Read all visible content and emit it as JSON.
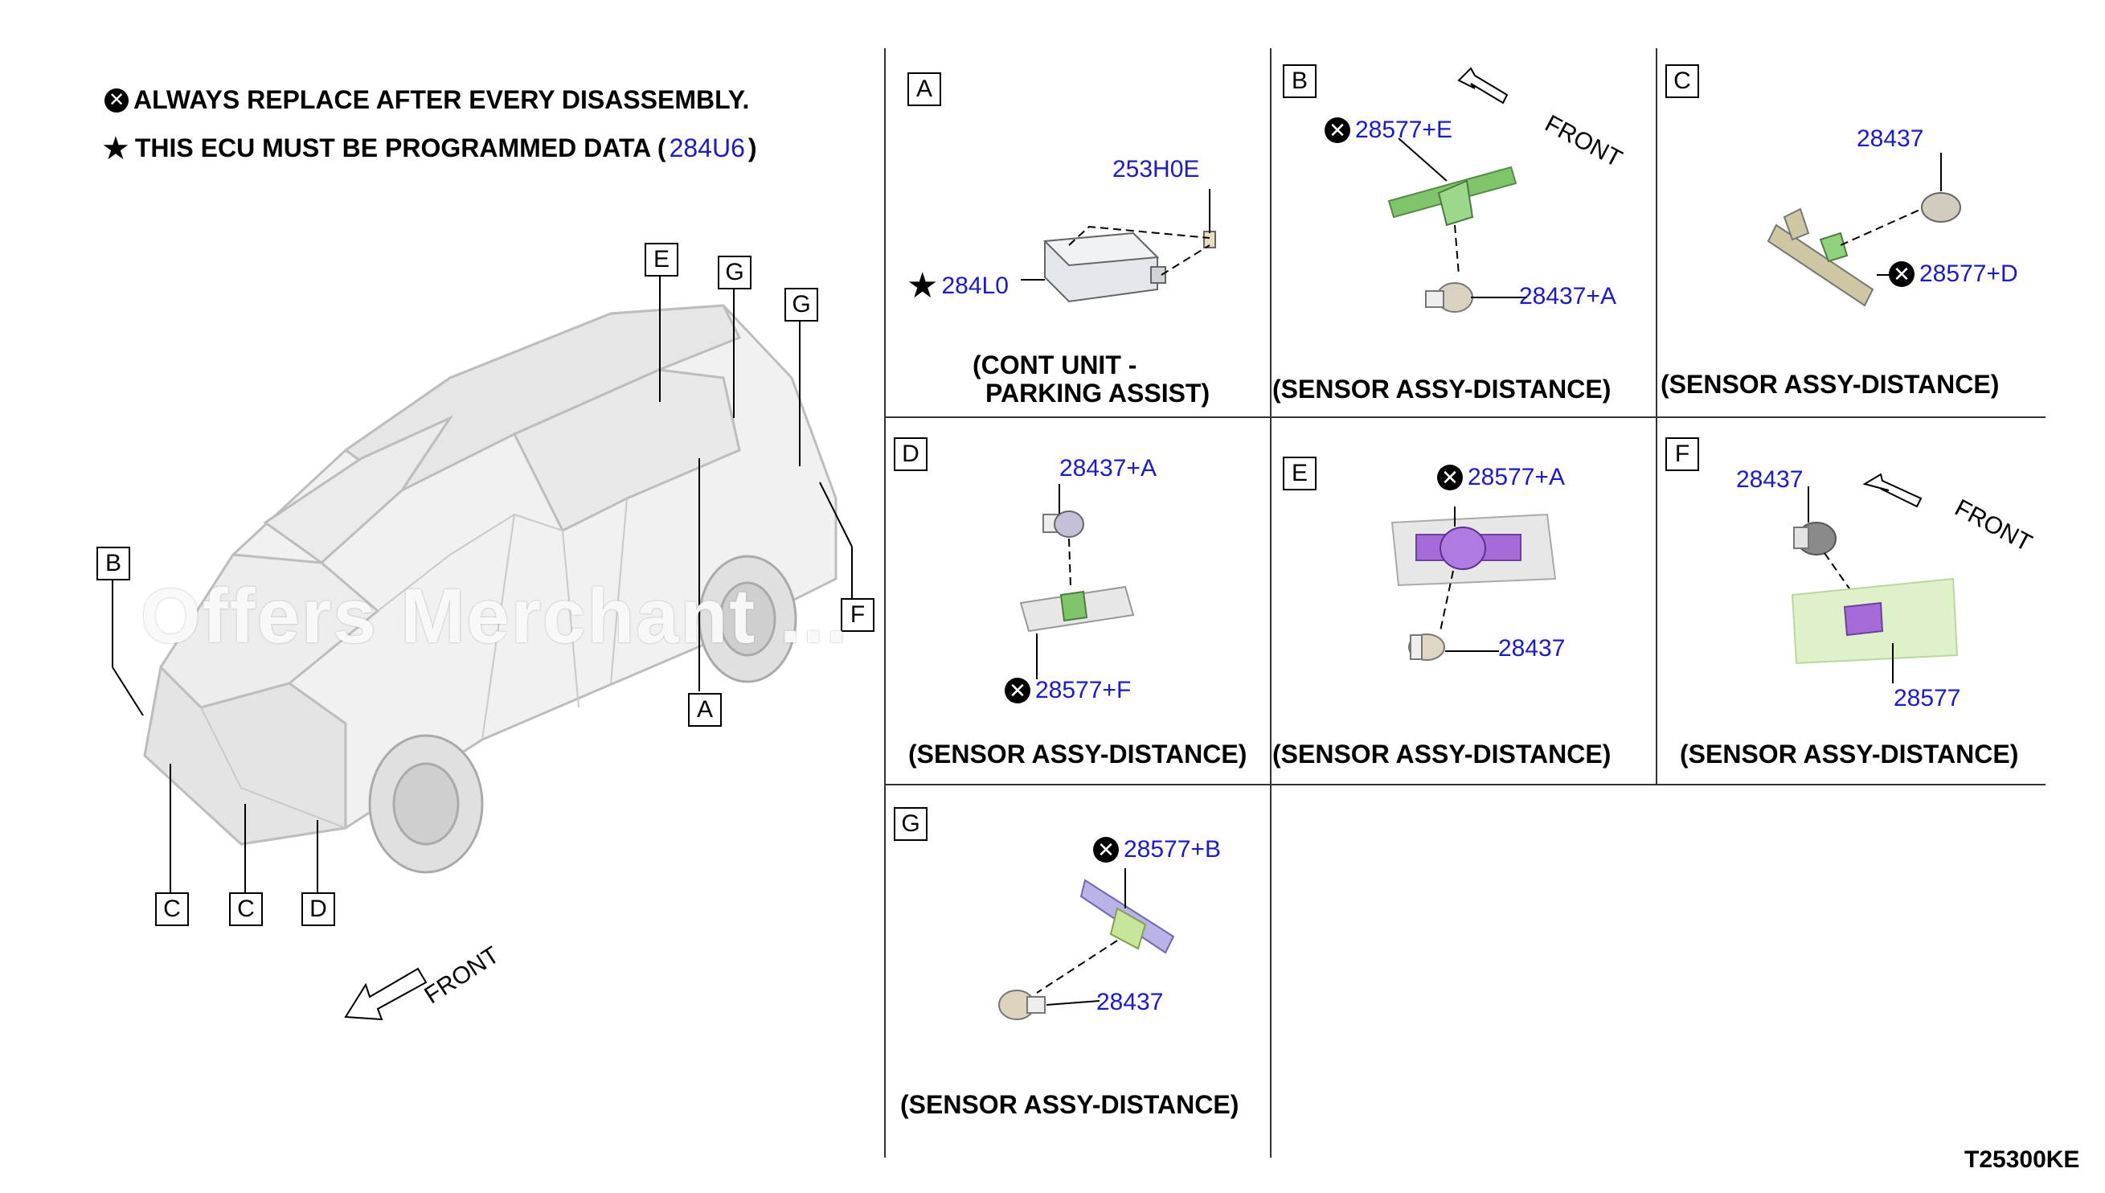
{
  "notes": {
    "replace_text": "ALWAYS REPLACE AFTER EVERY DISASSEMBLY.",
    "ecu_prefix": "THIS ECU MUST BE PROGRAMMED DATA (",
    "ecu_code": "284U6",
    "ecu_suffix": ")"
  },
  "vehicle_labels": {
    "E": "E",
    "G1": "G",
    "G2": "G",
    "B": "B",
    "F": "F",
    "A": "A",
    "C1": "C",
    "C2": "C",
    "D": "D"
  },
  "front_label": "FRONT",
  "watermark": "Offers Merchant ...",
  "panels": {
    "A": {
      "letter": "A",
      "parts": [
        "253H0E",
        "284L0"
      ],
      "caption_line1": "(CONT UNIT -",
      "caption_line2": "PARKING ASSIST)"
    },
    "B": {
      "letter": "B",
      "parts": [
        "28577+E",
        "28437+A"
      ],
      "front": "FRONT",
      "caption": "(SENSOR ASSY-DISTANCE)"
    },
    "C": {
      "letter": "C",
      "parts": [
        "28437",
        "28577+D"
      ],
      "caption": "(SENSOR ASSY-DISTANCE)"
    },
    "D": {
      "letter": "D",
      "parts": [
        "28437+A",
        "28577+F"
      ],
      "caption": "(SENSOR ASSY-DISTANCE)"
    },
    "E": {
      "letter": "E",
      "parts": [
        "28577+A",
        "28437"
      ],
      "caption": "(SENSOR ASSY-DISTANCE)"
    },
    "F": {
      "letter": "F",
      "parts": [
        "28437",
        "28577"
      ],
      "front": "FRONT",
      "caption": "(SENSOR ASSY-DISTANCE)"
    },
    "G": {
      "letter": "G",
      "parts": [
        "28577+B",
        "28437"
      ],
      "caption": "(SENSOR ASSY-DISTANCE)"
    }
  },
  "drawing_code": "T25300KE",
  "colors": {
    "part_number": "#1a1ad6",
    "bracket_green": "#7fc66a",
    "bracket_purple": "#a56bd8",
    "bracket_lavender": "#b9b3e8"
  }
}
